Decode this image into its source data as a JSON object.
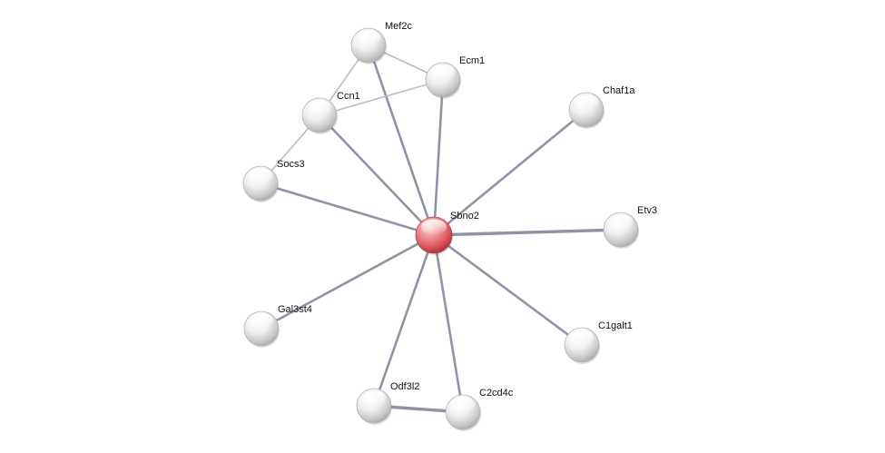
{
  "network": {
    "query_node": "Sbno2",
    "nodes": [
      {
        "id": "Sbno2",
        "label": "Sbno2",
        "highlight": true
      },
      {
        "id": "Mef2c",
        "label": "Mef2c"
      },
      {
        "id": "Ecm1",
        "label": "Ecm1"
      },
      {
        "id": "Ccn1",
        "label": "Ccn1"
      },
      {
        "id": "Socs3",
        "label": "Socs3"
      },
      {
        "id": "Chaf1a",
        "label": "Chaf1a"
      },
      {
        "id": "Etv3",
        "label": "Etv3"
      },
      {
        "id": "Gal3st4",
        "label": "Gal3st4"
      },
      {
        "id": "C1galt1",
        "label": "C1galt1"
      },
      {
        "id": "Odf3l2",
        "label": "Odf3l2"
      },
      {
        "id": "C2cd4c",
        "label": "C2cd4c"
      }
    ],
    "edges": [
      {
        "source": "Sbno2",
        "target": "Mef2c",
        "style": "main"
      },
      {
        "source": "Sbno2",
        "target": "Ecm1",
        "style": "main"
      },
      {
        "source": "Sbno2",
        "target": "Ccn1",
        "style": "main"
      },
      {
        "source": "Sbno2",
        "target": "Socs3",
        "style": "main"
      },
      {
        "source": "Sbno2",
        "target": "Chaf1a",
        "style": "main"
      },
      {
        "source": "Sbno2",
        "target": "Etv3",
        "style": "thick"
      },
      {
        "source": "Sbno2",
        "target": "Gal3st4",
        "style": "main"
      },
      {
        "source": "Sbno2",
        "target": "C1galt1",
        "style": "main"
      },
      {
        "source": "Sbno2",
        "target": "Odf3l2",
        "style": "main"
      },
      {
        "source": "Sbno2",
        "target": "C2cd4c",
        "style": "main"
      },
      {
        "source": "Mef2c",
        "target": "Ecm1",
        "style": "light"
      },
      {
        "source": "Mef2c",
        "target": "Ccn1",
        "style": "light"
      },
      {
        "source": "Ccn1",
        "target": "Ecm1",
        "style": "light"
      },
      {
        "source": "Ccn1",
        "target": "Socs3",
        "style": "light"
      },
      {
        "source": "Odf3l2",
        "target": "C2cd4c",
        "style": "thick"
      }
    ],
    "colors": {
      "query_node": "#d9575d",
      "node": "#d8d8d8",
      "edge": "#8f93a4",
      "edge_light": "#b9bbc5"
    }
  }
}
